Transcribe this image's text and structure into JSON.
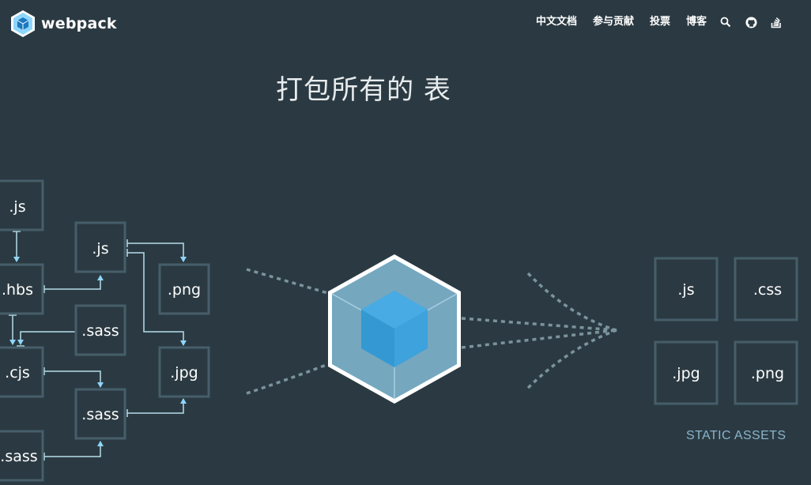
{
  "header": {
    "logo_text": "webpack",
    "nav": [
      {
        "label": "中文文档"
      },
      {
        "label": "参与贡献"
      },
      {
        "label": "投票"
      },
      {
        "label": "博客"
      }
    ],
    "icons": [
      "search-icon",
      "github-icon",
      "stackoverflow-icon"
    ]
  },
  "hero": {
    "title": "打包所有的 表"
  },
  "modules": {
    "m1": ".js",
    "m2": ".js",
    "m3": ".hbs",
    "m4": ".png",
    "m5": ".sass",
    "m6": ".cjs",
    "m7": ".jpg",
    "m8": ".sass",
    "m9": ".sass"
  },
  "assets": {
    "a1": ".js",
    "a2": ".css",
    "a3": ".jpg",
    "a4": ".png",
    "caption": "STATIC ASSETS"
  },
  "colors": {
    "background": "#2b3a42",
    "box_border": "#465e69",
    "arrow": "#8ed6fb",
    "cube_outer": "#8ed6fb",
    "cube_inner": "#1c78c0",
    "caption": "#8ab4cc"
  }
}
